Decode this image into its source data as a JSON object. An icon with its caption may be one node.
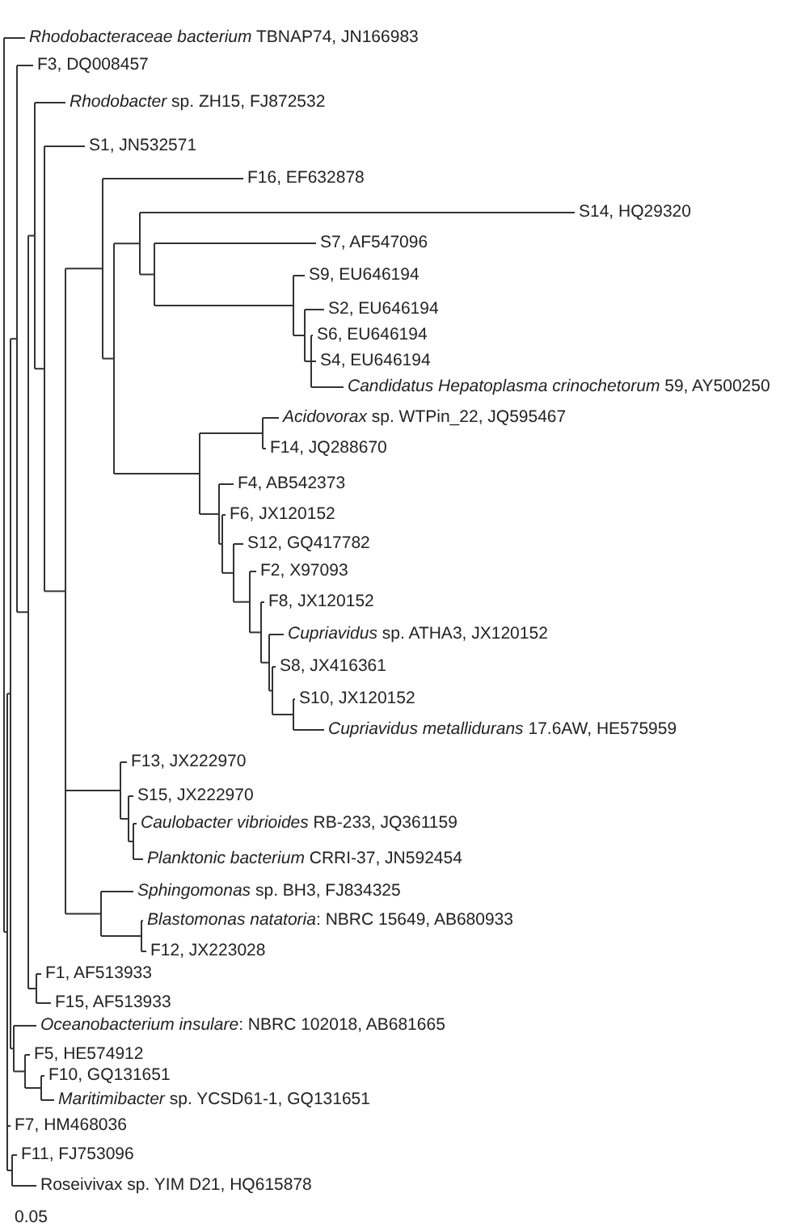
{
  "diagram": {
    "labels": [
      "*Rhodobacteraceae bacterium* TBNAP74, JN166983",
      "F3, DQ008457",
      "*Rhodobacter* sp. ZH15, FJ872532",
      "S1, JN532571",
      "F16, EF632878",
      "S14, HQ29320",
      "S7, AF547096",
      "S9, EU646194",
      "S2, EU646194",
      "S6, EU646194",
      "S4, EU646194",
      "*Candidatus Hepatoplasma crinochetorum* 59, AY500250",
      "*Acidovorax* sp. WTPin_22, JQ595467",
      "F14, JQ288670",
      "F4, AB542373",
      "F6, JX120152",
      "S12, GQ417782",
      "F2, X97093",
      "F8, JX120152",
      "*Cupriavidus* sp. ATHA3, JX120152",
      "S8, JX416361",
      "S10, JX120152",
      "*Cupriavidus metallidurans* 17.6AW, HE575959",
      "F13, JX222970",
      "S15, JX222970",
      "*Caulobacter vibrioides* RB-233, JQ361159",
      "*Planktonic bacterium* CRRI-37, JN592454",
      "*Sphingomonas* sp. BH3, FJ834325",
      "*Blastomonas natatoria*: NBRC 15649, AB680933",
      "F12, JX223028",
      "F1, AF513933",
      "F15, AF513933",
      "*Oceanobacterium insulare*: NBRC 102018, AB681665",
      "F5, HE574912",
      "F10, GQ131651",
      "*Maritimibacter* sp. YCSD61-1, GQ131651",
      "F7, HM468036",
      "F11, FJ753096",
      "Roseivivax sp. YIM D21, HQ615878",
      "0.05"
    ]
  }
}
